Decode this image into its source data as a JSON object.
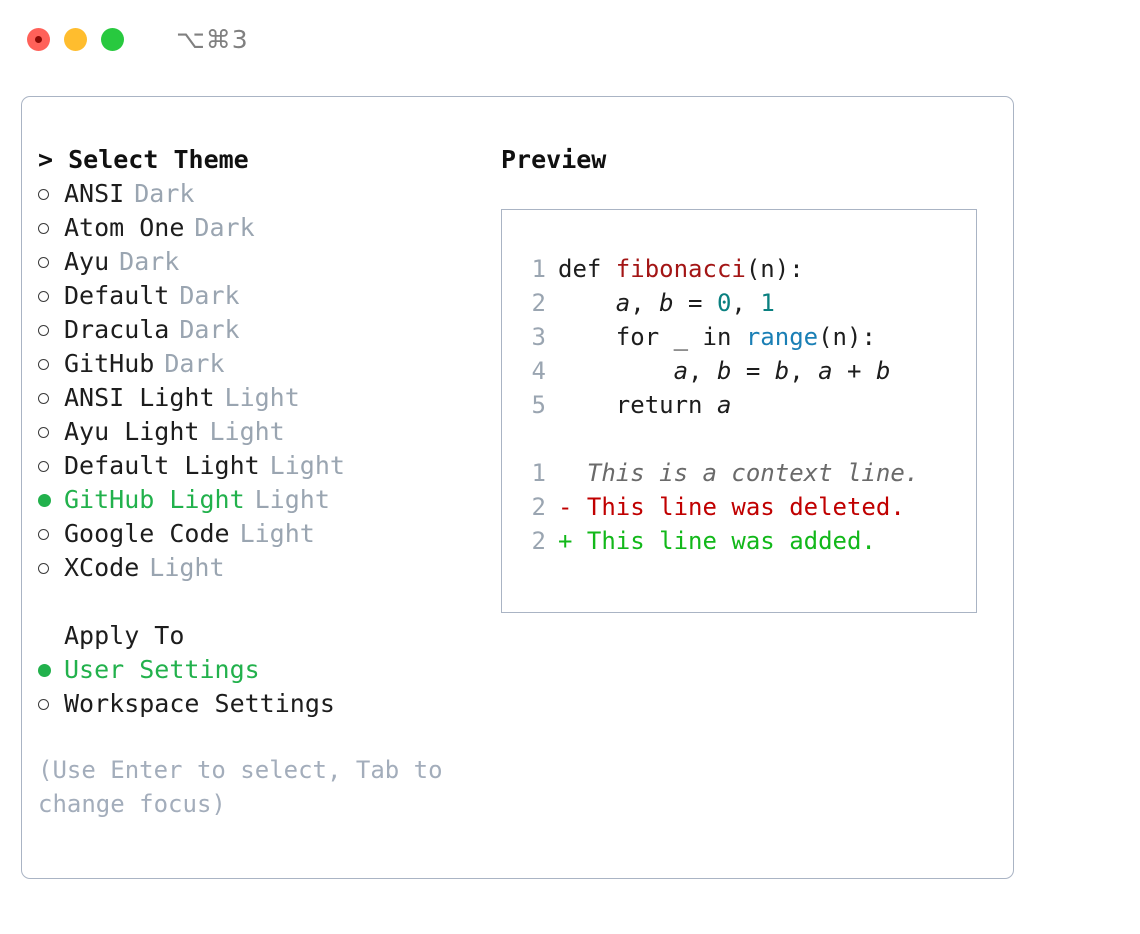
{
  "titlebar": {
    "shortcut": "⌥⌘3",
    "dots": [
      {
        "name": "close",
        "color": "#ff6159"
      },
      {
        "name": "minimize",
        "color": "#ffbd2e"
      },
      {
        "name": "maximize",
        "color": "#28c93f"
      }
    ]
  },
  "theme_panel": {
    "title": "> Select Theme",
    "options": [
      {
        "label": "ANSI",
        "variant": "Dark",
        "selected": false
      },
      {
        "label": "Atom One",
        "variant": "Dark",
        "selected": false
      },
      {
        "label": "Ayu",
        "variant": "Dark",
        "selected": false
      },
      {
        "label": "Default",
        "variant": "Dark",
        "selected": false
      },
      {
        "label": "Dracula",
        "variant": "Dark",
        "selected": false
      },
      {
        "label": "GitHub",
        "variant": "Dark",
        "selected": false
      },
      {
        "label": "ANSI Light",
        "variant": "Light",
        "selected": false
      },
      {
        "label": "Ayu Light",
        "variant": "Light",
        "selected": false
      },
      {
        "label": "Default Light",
        "variant": "Light",
        "selected": false
      },
      {
        "label": "GitHub Light",
        "variant": "Light",
        "selected": true
      },
      {
        "label": "Google Code",
        "variant": "Light",
        "selected": false
      },
      {
        "label": "XCode",
        "variant": "Light",
        "selected": false
      }
    ]
  },
  "apply_to": {
    "title": "Apply To",
    "options": [
      {
        "label": "User Settings",
        "selected": true
      },
      {
        "label": "Workspace Settings",
        "selected": false
      }
    ]
  },
  "hint": "(Use Enter to select, Tab to change focus)",
  "preview": {
    "title": "Preview",
    "code_lines": [
      {
        "lineno": "1",
        "indent": "",
        "tokens": [
          {
            "text": "def ",
            "type": "kw"
          },
          {
            "text": "fibonacci",
            "type": "func"
          },
          {
            "text": "(n):",
            "type": "plain"
          }
        ]
      },
      {
        "lineno": "2",
        "indent": "    ",
        "tokens": [
          {
            "text": "a",
            "type": "var"
          },
          {
            "text": ", ",
            "type": "plain"
          },
          {
            "text": "b",
            "type": "var"
          },
          {
            "text": " = ",
            "type": "plain"
          },
          {
            "text": "0",
            "type": "num"
          },
          {
            "text": ", ",
            "type": "plain"
          },
          {
            "text": "1",
            "type": "num"
          }
        ]
      },
      {
        "lineno": "3",
        "indent": "    ",
        "tokens": [
          {
            "text": "for _ in ",
            "type": "kw"
          },
          {
            "text": "range",
            "type": "builtin"
          },
          {
            "text": "(n):",
            "type": "plain"
          }
        ]
      },
      {
        "lineno": "4",
        "indent": "        ",
        "tokens": [
          {
            "text": "a",
            "type": "var"
          },
          {
            "text": ", ",
            "type": "plain"
          },
          {
            "text": "b",
            "type": "var"
          },
          {
            "text": " = ",
            "type": "plain"
          },
          {
            "text": "b",
            "type": "var"
          },
          {
            "text": ", ",
            "type": "plain"
          },
          {
            "text": "a",
            "type": "var"
          },
          {
            "text": " + ",
            "type": "plain"
          },
          {
            "text": "b",
            "type": "var"
          }
        ]
      },
      {
        "lineno": "5",
        "indent": "    ",
        "tokens": [
          {
            "text": "return ",
            "type": "kw"
          },
          {
            "text": "a",
            "type": "var"
          }
        ]
      }
    ],
    "diff_lines": [
      {
        "lineno": "1",
        "kind": "context",
        "text": "  This is a context line."
      },
      {
        "lineno": "2",
        "kind": "delete",
        "text": "- This line was deleted."
      },
      {
        "lineno": "2",
        "kind": "add",
        "text": "+ This line was added."
      }
    ]
  },
  "colors": {
    "accent_green": "#22b14c",
    "muted": "#9aa5b1",
    "border": "#aab4c4",
    "func_red": "#a31515",
    "builtin_blue": "#1a7fb5",
    "number_teal": "#0a8080",
    "diff_add": "#12b81a",
    "diff_delete": "#c00000"
  }
}
